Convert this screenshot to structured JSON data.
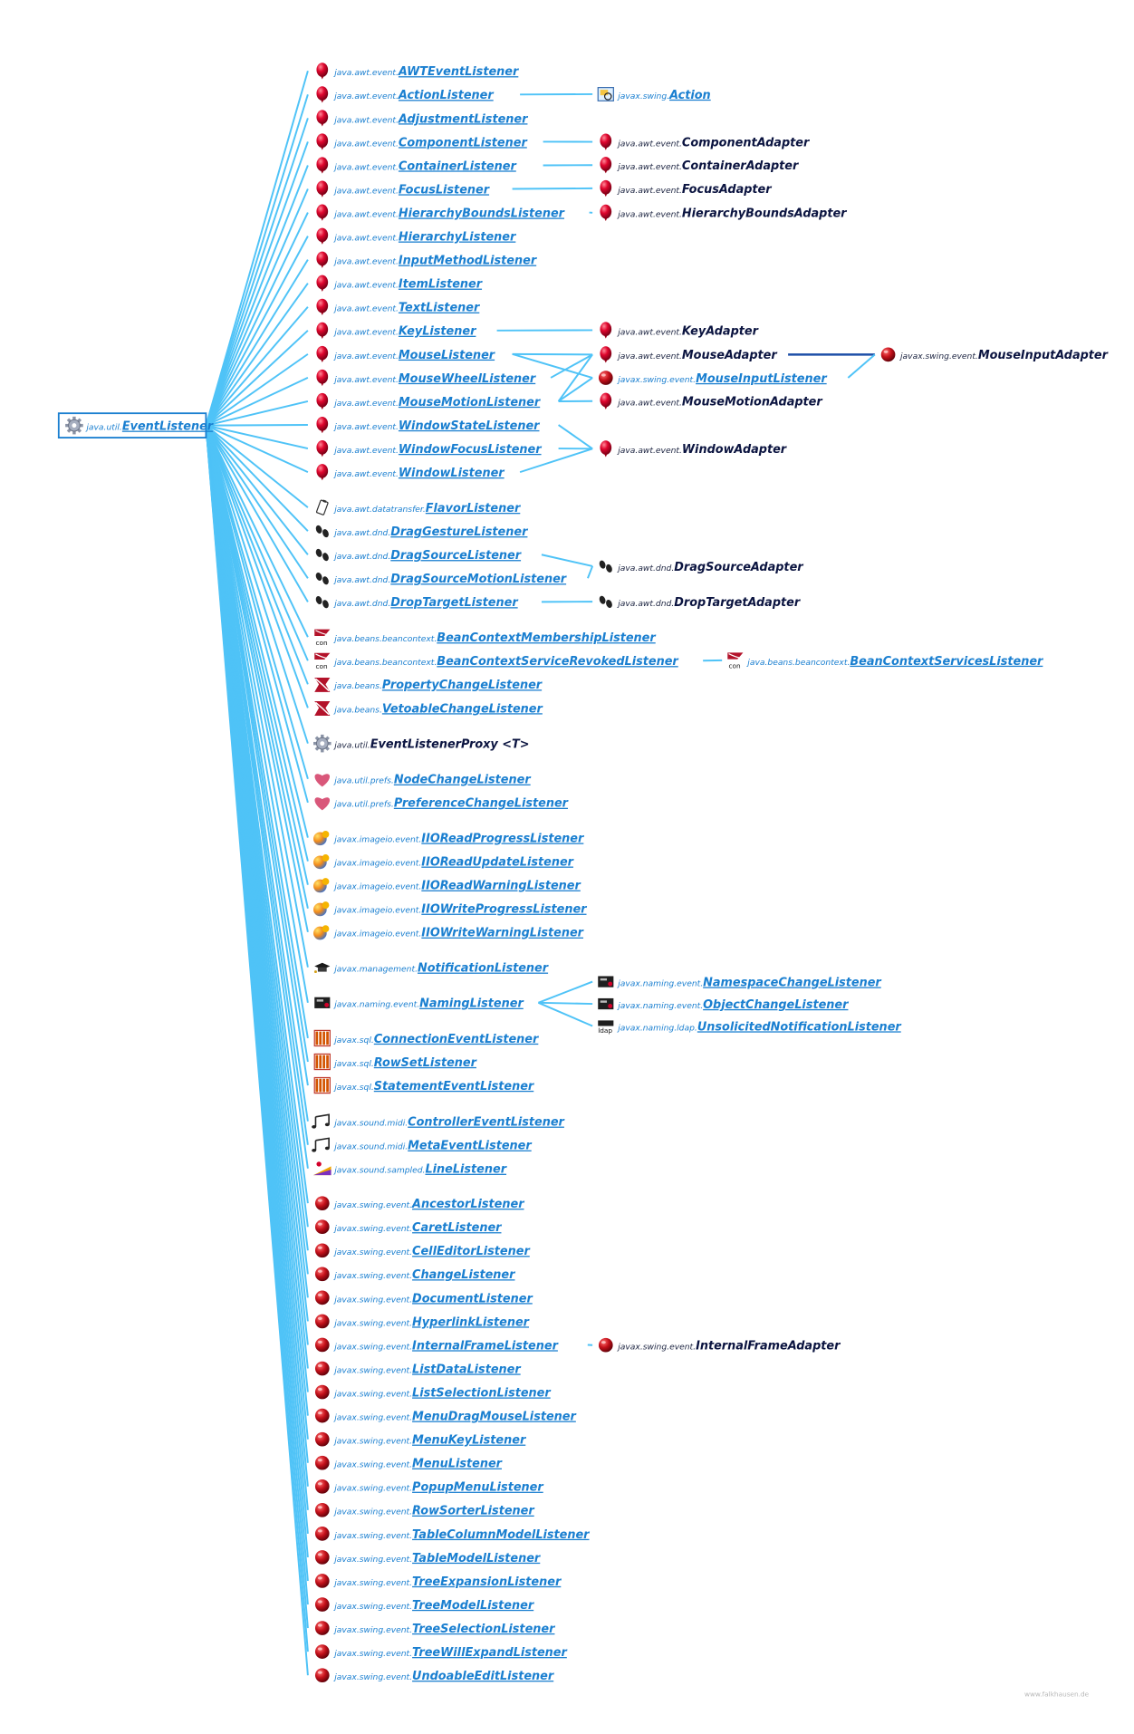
{
  "root": {
    "pkg": "java.util.",
    "name": "EventListener",
    "icon": "gear-icon"
  },
  "groups": [
    {
      "key": "awt",
      "icon": "balloon-icon",
      "items": [
        {
          "pkg": "java.awt.event.",
          "name": "AWTEventListener"
        },
        {
          "pkg": "java.awt.event.",
          "name": "ActionListener"
        },
        {
          "pkg": "java.awt.event.",
          "name": "AdjustmentListener"
        },
        {
          "pkg": "java.awt.event.",
          "name": "ComponentListener"
        },
        {
          "pkg": "java.awt.event.",
          "name": "ContainerListener"
        },
        {
          "pkg": "java.awt.event.",
          "name": "FocusListener"
        },
        {
          "pkg": "java.awt.event.",
          "name": "HierarchyBoundsListener"
        },
        {
          "pkg": "java.awt.event.",
          "name": "HierarchyListener"
        },
        {
          "pkg": "java.awt.event.",
          "name": "InputMethodListener"
        },
        {
          "pkg": "java.awt.event.",
          "name": "ItemListener"
        },
        {
          "pkg": "java.awt.event.",
          "name": "TextListener"
        },
        {
          "pkg": "java.awt.event.",
          "name": "KeyListener"
        },
        {
          "pkg": "java.awt.event.",
          "name": "MouseListener"
        },
        {
          "pkg": "java.awt.event.",
          "name": "MouseWheelListener"
        },
        {
          "pkg": "java.awt.event.",
          "name": "MouseMotionListener"
        },
        {
          "pkg": "java.awt.event.",
          "name": "WindowStateListener"
        },
        {
          "pkg": "java.awt.event.",
          "name": "WindowFocusListener"
        },
        {
          "pkg": "java.awt.event.",
          "name": "WindowListener"
        }
      ]
    },
    {
      "key": "dnd",
      "icon": "footprints-icon",
      "items": [
        {
          "pkg": "java.awt.datatransfer.",
          "name": "FlavorListener",
          "icon": "clipboard-icon"
        },
        {
          "pkg": "java.awt.dnd.",
          "name": "DragGestureListener"
        },
        {
          "pkg": "java.awt.dnd.",
          "name": "DragSourceListener"
        },
        {
          "pkg": "java.awt.dnd.",
          "name": "DragSourceMotionListener"
        },
        {
          "pkg": "java.awt.dnd.",
          "name": "DropTargetListener"
        }
      ]
    },
    {
      "key": "beans",
      "icon": "coffee-bean-icon",
      "items": [
        {
          "pkg": "java.beans.beancontext.",
          "name": "BeanContextMembershipListener",
          "icon": "bean-context-icon"
        },
        {
          "pkg": "java.beans.beancontext.",
          "name": "BeanContextServiceRevokedListener",
          "icon": "bean-context-icon"
        },
        {
          "pkg": "java.beans.",
          "name": "PropertyChangeListener"
        },
        {
          "pkg": "java.beans.",
          "name": "VetoableChangeListener"
        }
      ]
    },
    {
      "key": "proxy",
      "icon": "gear-icon",
      "items": [
        {
          "pkg": "java.util.",
          "name": "EventListenerProxy <T>",
          "plain": true
        }
      ]
    },
    {
      "key": "prefs",
      "icon": "heart-icon",
      "items": [
        {
          "pkg": "java.util.prefs.",
          "name": "NodeChangeListener"
        },
        {
          "pkg": "java.util.prefs.",
          "name": "PreferenceChangeListener"
        }
      ]
    },
    {
      "key": "imageio",
      "icon": "color-blob-icon",
      "items": [
        {
          "pkg": "javax.imageio.event.",
          "name": "IIOReadProgressListener"
        },
        {
          "pkg": "javax.imageio.event.",
          "name": "IIOReadUpdateListener"
        },
        {
          "pkg": "javax.imageio.event.",
          "name": "IIOReadWarningListener"
        },
        {
          "pkg": "javax.imageio.event.",
          "name": "IIOWriteProgressListener"
        },
        {
          "pkg": "javax.imageio.event.",
          "name": "IIOWriteWarningListener"
        }
      ]
    },
    {
      "key": "mgmt",
      "icon": "grad-cap-icon",
      "items": [
        {
          "pkg": "javax.management.",
          "name": "NotificationListener"
        }
      ]
    },
    {
      "key": "naming",
      "icon": "jndi-icon",
      "items": [
        {
          "pkg": "javax.naming.event.",
          "name": "NamingListener"
        }
      ]
    },
    {
      "key": "sql",
      "icon": "database-icon",
      "items": [
        {
          "pkg": "javax.sql.",
          "name": "ConnectionEventListener"
        },
        {
          "pkg": "javax.sql.",
          "name": "RowSetListener"
        },
        {
          "pkg": "javax.sql.",
          "name": "StatementEventListener"
        }
      ]
    },
    {
      "key": "sound",
      "icon": "music-icon",
      "items": [
        {
          "pkg": "javax.sound.midi.",
          "name": "ControllerEventListener"
        },
        {
          "pkg": "javax.sound.midi.",
          "name": "MetaEventListener"
        },
        {
          "pkg": "javax.sound.sampled.",
          "name": "LineListener",
          "icon": "sampled-icon"
        }
      ]
    },
    {
      "key": "swing",
      "icon": "swing-ball-icon",
      "items": [
        {
          "pkg": "javax.swing.event.",
          "name": "AncestorListener"
        },
        {
          "pkg": "javax.swing.event.",
          "name": "CaretListener"
        },
        {
          "pkg": "javax.swing.event.",
          "name": "CellEditorListener"
        },
        {
          "pkg": "javax.swing.event.",
          "name": "ChangeListener"
        },
        {
          "pkg": "javax.swing.event.",
          "name": "DocumentListener"
        },
        {
          "pkg": "javax.swing.event.",
          "name": "HyperlinkListener"
        },
        {
          "pkg": "javax.swing.event.",
          "name": "InternalFrameListener"
        },
        {
          "pkg": "javax.swing.event.",
          "name": "ListDataListener"
        },
        {
          "pkg": "javax.swing.event.",
          "name": "ListSelectionListener"
        },
        {
          "pkg": "javax.swing.event.",
          "name": "MenuDragMouseListener"
        },
        {
          "pkg": "javax.swing.event.",
          "name": "MenuKeyListener"
        },
        {
          "pkg": "javax.swing.event.",
          "name": "MenuListener"
        },
        {
          "pkg": "javax.swing.event.",
          "name": "PopupMenuListener"
        },
        {
          "pkg": "javax.swing.event.",
          "name": "RowSorterListener"
        },
        {
          "pkg": "javax.swing.event.",
          "name": "TableColumnModelListener"
        },
        {
          "pkg": "javax.swing.event.",
          "name": "TableModelListener"
        },
        {
          "pkg": "javax.swing.event.",
          "name": "TreeExpansionListener"
        },
        {
          "pkg": "javax.swing.event.",
          "name": "TreeModelListener"
        },
        {
          "pkg": "javax.swing.event.",
          "name": "TreeSelectionListener"
        },
        {
          "pkg": "javax.swing.event.",
          "name": "TreeWillExpandListener"
        },
        {
          "pkg": "javax.swing.event.",
          "name": "UndoableEditListener"
        }
      ]
    }
  ],
  "second_level": [
    {
      "id": "Action",
      "pkg": "javax.swing.",
      "name": "Action",
      "link": true,
      "icon": "action-icon",
      "parents": [
        "ActionListener"
      ]
    },
    {
      "id": "ComponentAdapter",
      "pkg": "java.awt.event.",
      "name": "ComponentAdapter",
      "icon": "balloon-icon",
      "parents": [
        "ComponentListener"
      ]
    },
    {
      "id": "ContainerAdapter",
      "pkg": "java.awt.event.",
      "name": "ContainerAdapter",
      "icon": "balloon-icon",
      "parents": [
        "ContainerListener"
      ]
    },
    {
      "id": "FocusAdapter",
      "pkg": "java.awt.event.",
      "name": "FocusAdapter",
      "icon": "balloon-icon",
      "parents": [
        "FocusListener"
      ]
    },
    {
      "id": "HierarchyBoundsAdapter",
      "pkg": "java.awt.event.",
      "name": "HierarchyBoundsAdapter",
      "icon": "balloon-icon",
      "parents": [
        "HierarchyBoundsListener"
      ]
    },
    {
      "id": "KeyAdapter",
      "pkg": "java.awt.event.",
      "name": "KeyAdapter",
      "icon": "balloon-icon",
      "parents": [
        "KeyListener"
      ]
    },
    {
      "id": "MouseAdapter",
      "pkg": "java.awt.event.",
      "name": "MouseAdapter",
      "icon": "balloon-icon",
      "parents": [
        "MouseListener",
        "MouseWheelListener",
        "MouseMotionListener"
      ]
    },
    {
      "id": "MouseInputListener",
      "pkg": "javax.swing.event.",
      "name": "MouseInputListener",
      "link": true,
      "icon": "swing-ball-icon",
      "parents": [
        "MouseListener",
        "MouseMotionListener"
      ]
    },
    {
      "id": "MouseMotionAdapter",
      "pkg": "java.awt.event.",
      "name": "MouseMotionAdapter",
      "icon": "balloon-icon",
      "parents": [
        "MouseMotionListener"
      ]
    },
    {
      "id": "WindowAdapter",
      "pkg": "java.awt.event.",
      "name": "WindowAdapter",
      "icon": "balloon-icon",
      "parents": [
        "WindowStateListener",
        "WindowFocusListener",
        "WindowListener"
      ]
    },
    {
      "id": "DragSourceAdapter",
      "pkg": "java.awt.dnd.",
      "name": "DragSourceAdapter",
      "icon": "footprints-icon",
      "parents": [
        "DragSourceListener",
        "DragSourceMotionListener"
      ]
    },
    {
      "id": "DropTargetAdapter",
      "pkg": "java.awt.dnd.",
      "name": "DropTargetAdapter",
      "icon": "footprints-icon",
      "parents": [
        "DropTargetListener"
      ]
    },
    {
      "id": "BeanContextServicesListener",
      "pkg": "java.beans.beancontext.",
      "name": "BeanContextServicesListener",
      "link": true,
      "icon": "bean-context-icon",
      "parents": [
        "BeanContextServiceRevokedListener"
      ]
    },
    {
      "id": "NamespaceChangeListener",
      "pkg": "javax.naming.event.",
      "name": "NamespaceChangeListener",
      "link": true,
      "icon": "jndi-icon",
      "parents": [
        "NamingListener"
      ]
    },
    {
      "id": "ObjectChangeListener",
      "pkg": "javax.naming.event.",
      "name": "ObjectChangeListener",
      "link": true,
      "icon": "jndi-icon",
      "parents": [
        "NamingListener"
      ]
    },
    {
      "id": "UnsolicitedNotificationListener",
      "pkg": "javax.naming.ldap.",
      "name": "UnsolicitedNotificationListener",
      "link": true,
      "icon": "ldap-icon",
      "parents": [
        "NamingListener"
      ]
    },
    {
      "id": "InternalFrameAdapter",
      "pkg": "javax.swing.event.",
      "name": "InternalFrameAdapter",
      "icon": "swing-ball-icon",
      "parents": [
        "InternalFrameListener"
      ]
    }
  ],
  "third_level": [
    {
      "id": "MouseInputAdapter",
      "pkg": "javax.swing.event.",
      "name": "MouseInputAdapter",
      "icon": "swing-ball-icon",
      "parents": [
        "MouseAdapter",
        "MouseInputListener"
      ]
    }
  ],
  "credit": "www.falkhausen.de",
  "colors": {
    "edge": "#4fc3f7",
    "edge_dark": "#1d4fa8",
    "link_text": "#1a7fd0",
    "plain_text": "#0b1440",
    "root_border": "#1a7fd0",
    "balloon": "#d1002a"
  }
}
